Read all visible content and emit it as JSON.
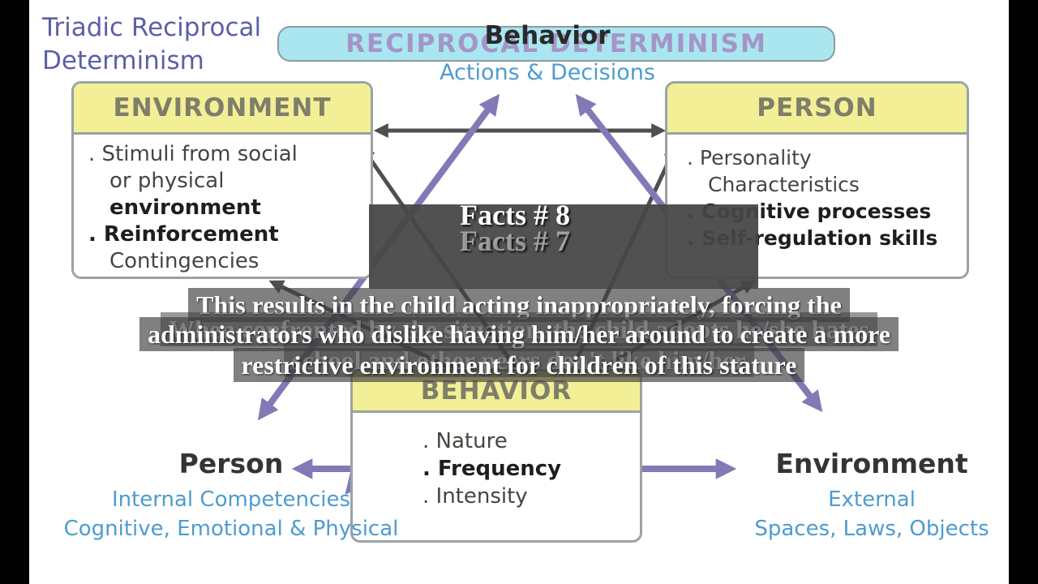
{
  "colors": {
    "title_purple": "#5c60a8",
    "banner_bg": "#a9e6f0",
    "banner_text": "#a495c8",
    "header_yellow": "#f2ef96",
    "header_text": "#7e7e6a",
    "body_text": "#454540",
    "blue_text": "#4d9cce",
    "dark_text": "#2a2a2a",
    "purple_arrow": "#8279b6",
    "dark_arrow": "#4f4f4f",
    "box_border": "#9aa3a5"
  },
  "title": {
    "line1": "Triadic Reciprocal",
    "line2": "Determinism"
  },
  "banner": {
    "label": "RECIPROCAL DETERMINISM"
  },
  "behavior_heading": {
    "title": "Behavior",
    "subtitle": "Actions & Decisions"
  },
  "boxes": {
    "environment": {
      "header": "ENVIRONMENT",
      "lines": [
        ". Stimuli from social",
        "or physical",
        "environment",
        ". Reinforcement",
        "Contingencies"
      ]
    },
    "person": {
      "header": "PERSON",
      "lines": [
        ".  Personality",
        "Characteristics",
        ".  Cognitive processes",
        ".  Self-regulation skills"
      ]
    },
    "behavior": {
      "header": "BEHAVIOR",
      "lines": [
        ".  Nature",
        ".  Frequency",
        ".  Intensity"
      ]
    }
  },
  "corner_labels": {
    "person": {
      "title": "Person",
      "sub1": "Internal Competencies",
      "sub2": "Cognitive, Emotional & Physical"
    },
    "environment": {
      "title": "Environment",
      "sub1": "External",
      "sub2": "Spaces, Laws, Objects"
    }
  },
  "overlay": {
    "fact_current": "Facts # 8",
    "fact_previous": "Facts # 7",
    "caption_current": [
      "This results in the child acting inappropriately, forcing the",
      "administrators who dislike having him/her around to create a more",
      "restrictive environment for children of this stature"
    ],
    "caption_previous": [
      "When confronted by the situation, the child adopts he/she hates",
      "school and other peers don't like him/her"
    ]
  }
}
